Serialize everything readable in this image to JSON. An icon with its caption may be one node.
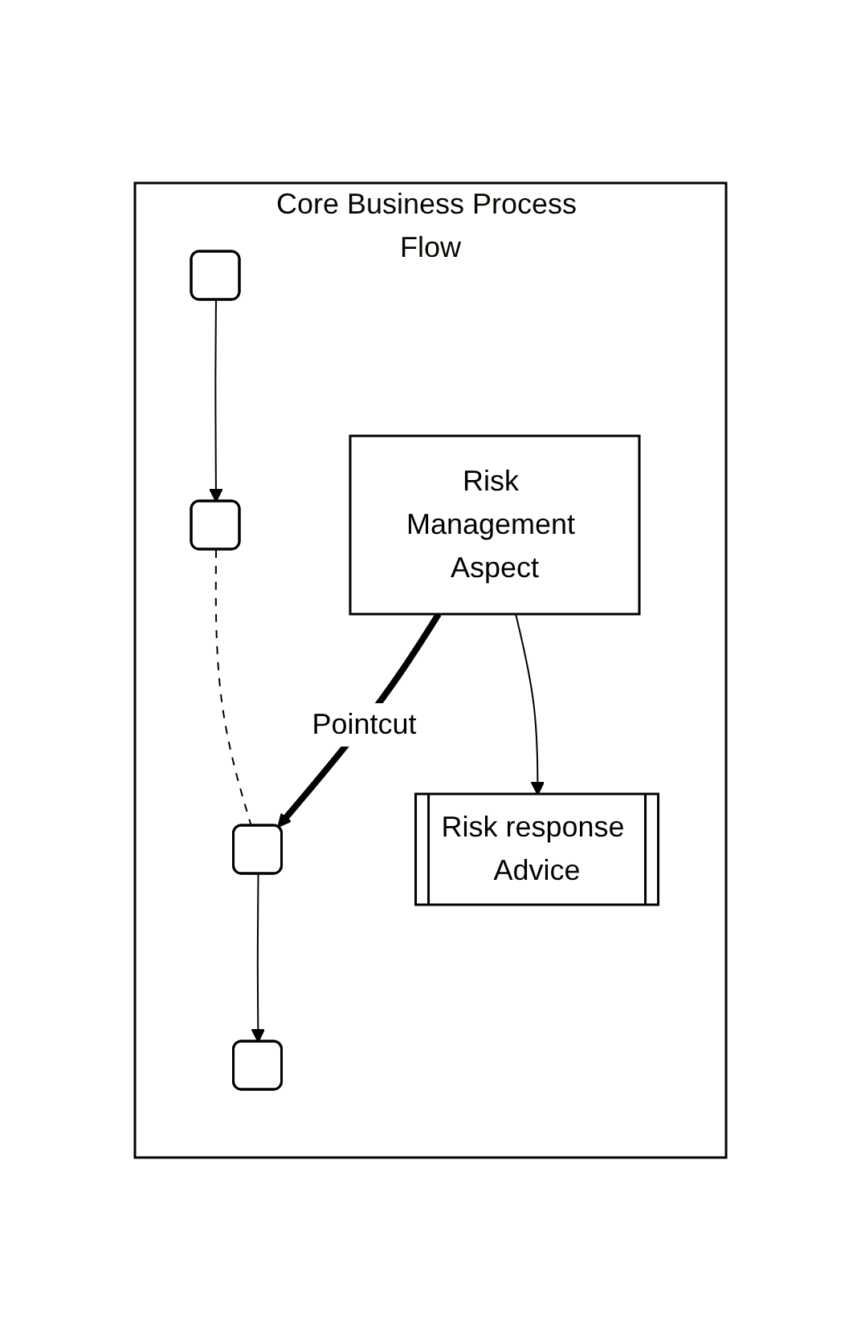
{
  "diagram": {
    "nodes": [
      {
        "text": [
          "Core Business Process Flow"
        ]
      },
      {
        "text": [],
        "shape": "box",
        "in": 0
      },
      {
        "text": [],
        "shape": "box",
        "in": 0
      },
      {
        "text": [],
        "shape": "box",
        "in": 0
      },
      {
        "text": [],
        "shape": "box",
        "in": 0
      },
      {
        "text": [
          "Risk Management Aspect"
        ],
        "in": 0
      },
      {
        "text": [
          "Risk response Advice"
        ],
        "in": 0
      }
    ],
    "edges": [
      {
        "from": 1,
        "to": 2,
        "arrow": "to"
      },
      {
        "from": 2,
        "to": 3,
        "arrow": "none",
        "style": "dashed"
      },
      {
        "from": 3,
        "to": 4,
        "arrow": "to"
      },
      {
        "from": 5,
        "to": 3,
        "arrow": "to",
        "label": "Pointcut",
        "style": "thick"
      },
      {
        "from": 5,
        "to": 6,
        "arrow": "to"
      }
    ]
  }
}
